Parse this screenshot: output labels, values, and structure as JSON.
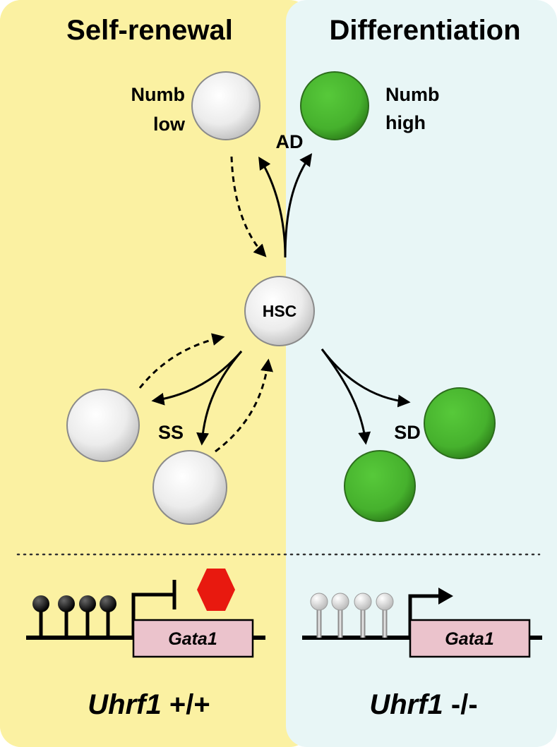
{
  "panels": {
    "left": {
      "title": "Self-renewal",
      "color": "#fbf1a2"
    },
    "right": {
      "title": "Differentiation",
      "color": "#e8f6f6"
    }
  },
  "cells": {
    "numb_low": {
      "label_line1": "Numb",
      "label_line2": "low",
      "color": "#ececec"
    },
    "numb_high": {
      "label_line1": "Numb",
      "label_line2": "high",
      "color": "#46b12d"
    },
    "hsc": {
      "label": "HSC",
      "color": "#ececec"
    },
    "ss_cell_color": "#ececec",
    "sd_cell_color": "#46b12d"
  },
  "division_labels": {
    "ad": "AD",
    "ss": "SS",
    "sd": "SD"
  },
  "promoters": {
    "left": {
      "gene": "Gata1",
      "methylation": "methylated",
      "lollipop_color": "#111111",
      "transcription": "blocked",
      "repressor_color": "#e8190f",
      "box_color": "#ebc3cc"
    },
    "right": {
      "gene": "Gata1",
      "methylation": "unmethylated",
      "lollipop_color": "#f2f2f2",
      "transcription": "active",
      "box_color": "#ebc3cc"
    }
  },
  "genotypes": {
    "left": {
      "gene": "Uhrf1",
      "allele": " +/+"
    },
    "right": {
      "gene": "Uhrf1",
      "allele": " -/-"
    }
  }
}
